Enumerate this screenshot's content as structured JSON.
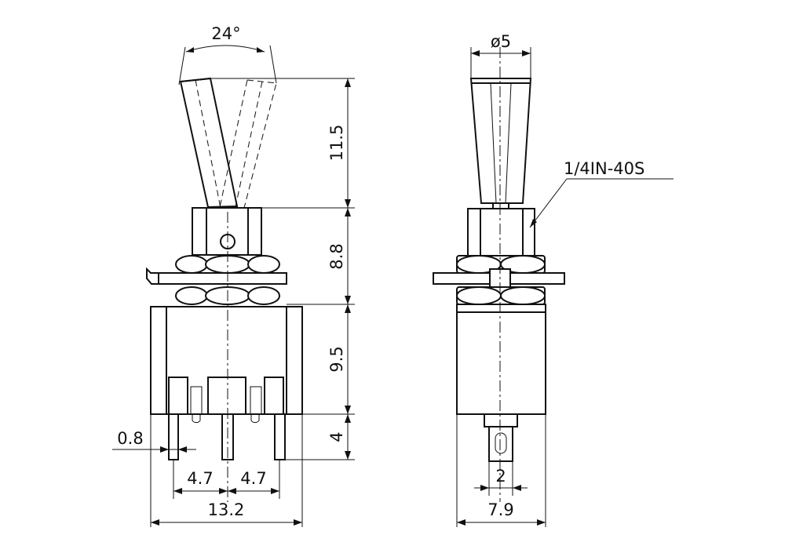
{
  "side_view": {
    "angle_label": "24°",
    "dim_lever_height": "11.5",
    "dim_bushing_height": "8.8",
    "dim_body_height": "9.5",
    "dim_pin_length": "4",
    "dim_pin_width": "0.8",
    "dim_pitch_left": "4.7",
    "dim_pitch_right": "4.7",
    "dim_body_width": "13.2"
  },
  "front_view": {
    "dim_lever_diameter": "ø5",
    "thread_label": "1/4IN-40S",
    "dim_terminal_width": "2",
    "dim_body_depth": "7.9"
  }
}
